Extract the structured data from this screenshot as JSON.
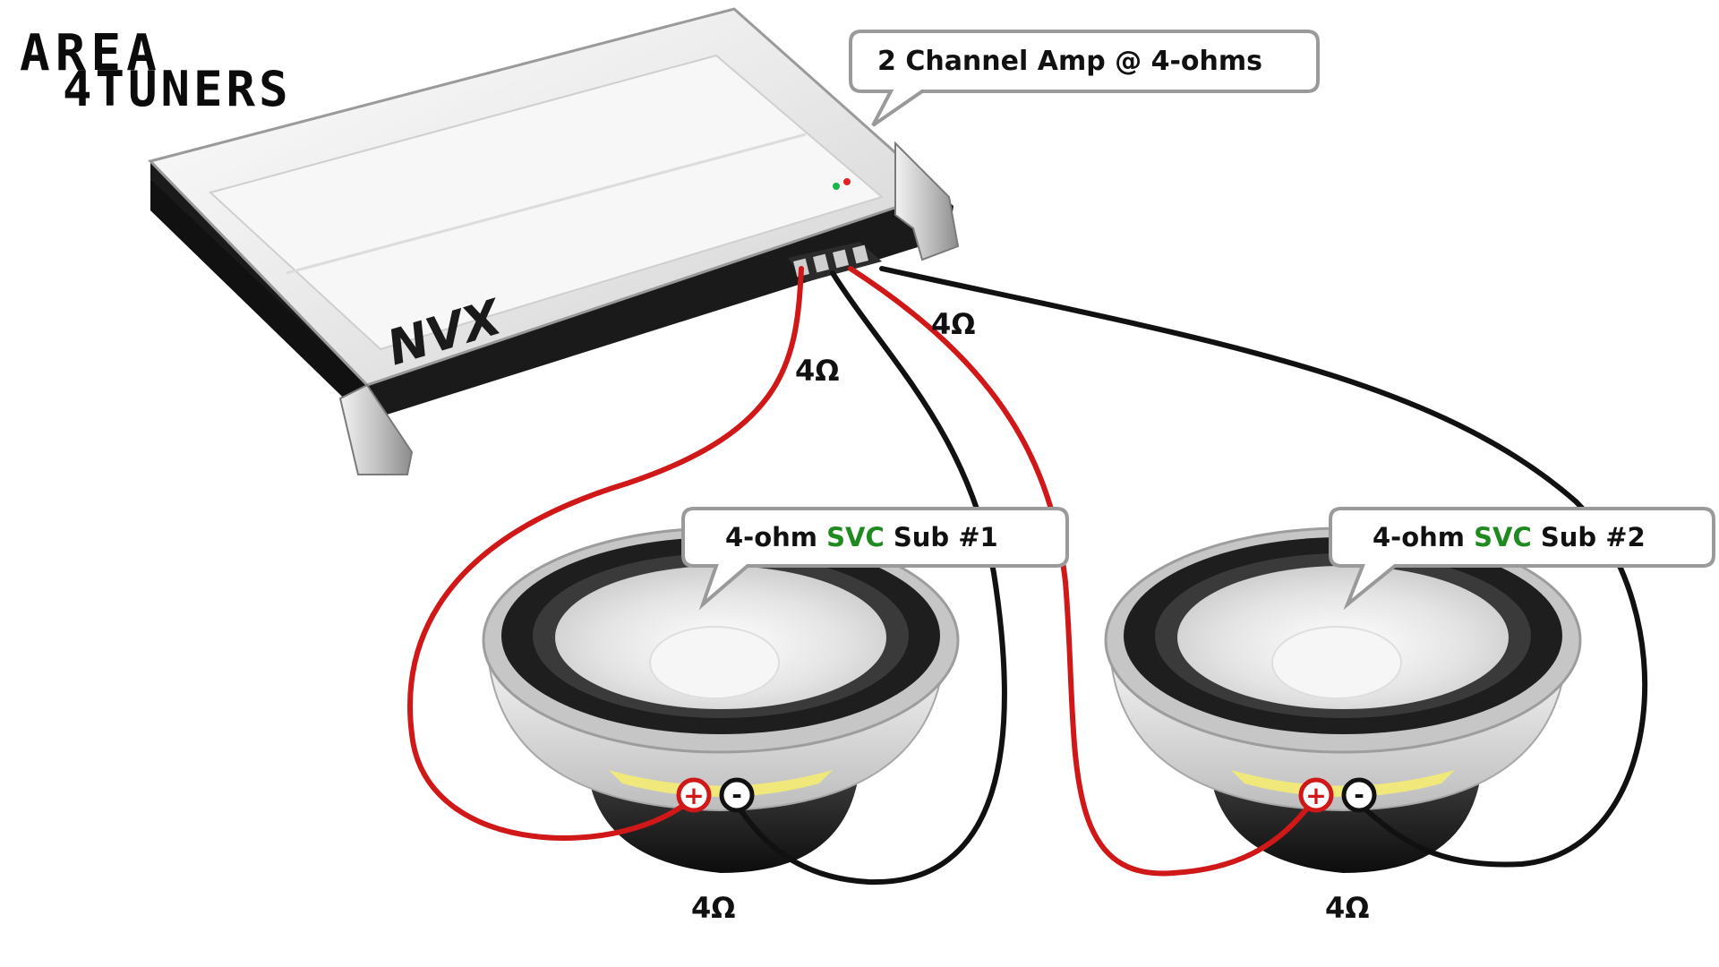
{
  "logo": {
    "line1": "AREA",
    "line2": "4TUNERS"
  },
  "amplifier": {
    "brand": "NVX",
    "callout": "2 Channel Amp @ 4-ohms"
  },
  "subwoofers": [
    {
      "label_prefix": "4-ohm ",
      "label_highlight": "SVC",
      "label_suffix": " Sub #1",
      "impedance": "4Ω",
      "plus": "+",
      "minus": "-"
    },
    {
      "label_prefix": "4-ohm ",
      "label_highlight": "SVC",
      "label_suffix": " Sub #2",
      "impedance": "4Ω",
      "plus": "+",
      "minus": "-"
    }
  ],
  "channel_labels": {
    "left": "4Ω",
    "right": "4Ω"
  },
  "colors": {
    "positive_wire": "#d01818",
    "negative_wire": "#111111",
    "highlight_text": "#1f8a1f",
    "callout_border": "#9a9a9a"
  }
}
